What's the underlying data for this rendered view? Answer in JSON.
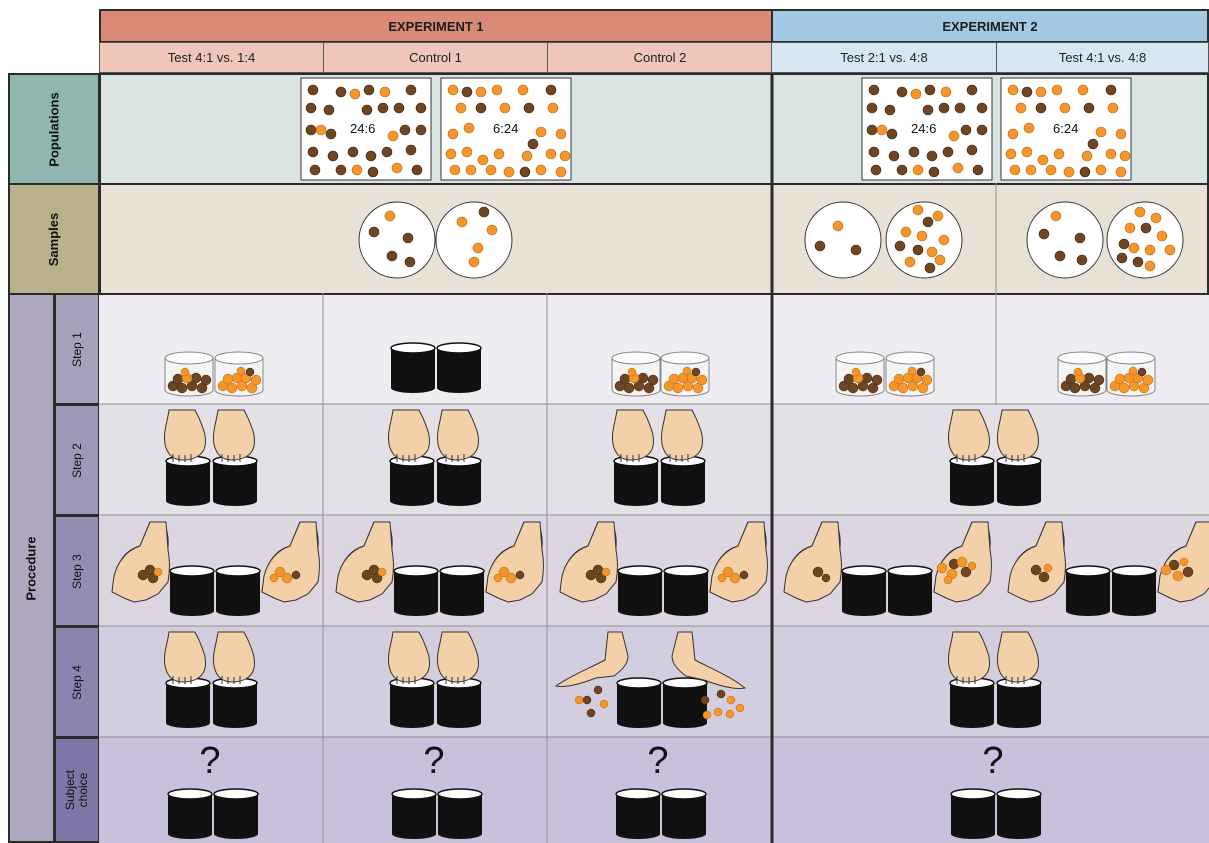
{
  "experiment1": {
    "title": "EXPERIMENT 1",
    "conditions": [
      "Test 4:1 vs. 1:4",
      "Control 1",
      "Control 2"
    ]
  },
  "experiment2": {
    "title": "EXPERIMENT 2",
    "conditions": [
      "Test 2:1 vs. 4:8",
      "Test 4:1 vs. 4:8"
    ]
  },
  "rows": {
    "populations": "Populations",
    "samples": "Samples",
    "procedure": "Procedure",
    "steps": [
      "Step 1",
      "Step 2",
      "Step 3",
      "Step 4"
    ],
    "subject_choice": [
      "Subject",
      "choice"
    ]
  },
  "population_ratios": [
    "24:6",
    "6:24"
  ],
  "question_mark": "?",
  "colors": {
    "exp1_header": "#d98a76",
    "exp2_header": "#a2c9e3",
    "populations_row": "#d9e3e1",
    "samples_row": "#e8e2d6",
    "brown_ball": "#6e4422",
    "orange_ball": "#f5962a",
    "jar_black": "#111111",
    "skin": "#f3d0a8"
  }
}
